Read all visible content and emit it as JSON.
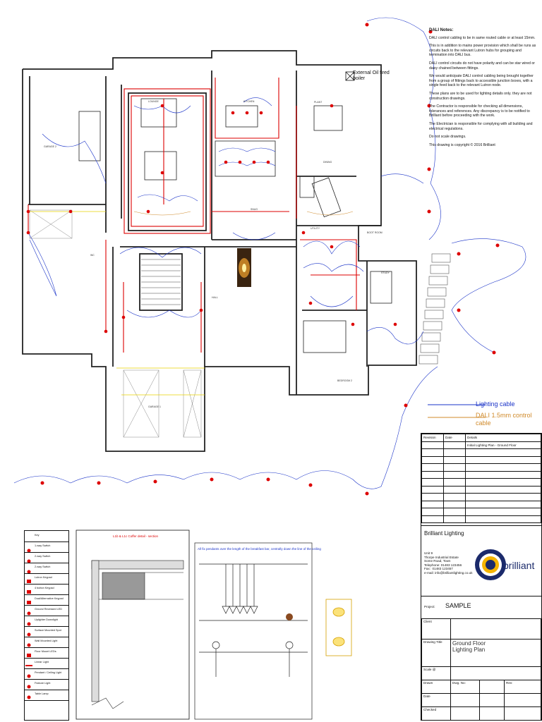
{
  "notes": {
    "heading": "DALI Notes:",
    "paragraphs": [
      "DALI control cabling to be in same routed cable or at least 15mm.",
      "This is in addition to mains power provision which shall be runs as circuits back to the relevant Lutron hubs for grouping and termination into DALI bus.",
      "DALI control circuits do not have polarity and can be star wired or daisy chained between fittings.",
      "We would anticipate DALI control cabling being brought together from a group of fittings back to accessible junction boxes, with a single feed back to the relevant Lutron node.",
      "These plans are to be used for lighting details only. they are not construction drawings.",
      "The Contractor is responsible for checking all dimensions, tolerances and references. Any discrepancy is to be notified to Brilliant before proceeding with the work.",
      "The Electrician is responsible for complying with all building and electrical regulations.",
      "Do not scale drawings.",
      "This drawing is copyright © 2016 Brilliant"
    ]
  },
  "cable_legend": {
    "lighting": "Lighting cable",
    "dali": "DALI 1.5mm control cable",
    "lighting_color": "#1a33c8",
    "dali_color": "#d08a2a"
  },
  "boiler_label": "External Oil fired boiler",
  "title_block": {
    "rev_headers": [
      "Revision",
      "Date",
      "Details"
    ],
    "rev_rows": [
      [
        "",
        "",
        "Initial Lighting Plan  -  Ground Floor"
      ]
    ],
    "company": "Brilliant Lighting",
    "address": "Unit 9\nThorpe Industrial Estate\nSome Road, Town\nTelephone: 01483 123456\nFax:  01483 123457\ne-mail: info@brilliantlighting.co.uk",
    "logo_text": "brilliant",
    "project_label": "Project:",
    "project_value": "SAMPLE",
    "client_label": "Client",
    "drawing_title_label": "Drawing Title",
    "drawing_title_value": "Ground Floor\nLighting Plan",
    "scale_label": "Scale @",
    "drawn_label": "Drawn",
    "drawn_value": "Dwg. No:",
    "rev_label": "Rev:",
    "date_label": "Date",
    "checked_label": "Checked"
  },
  "symbols": [
    "Key",
    "1-way Switch",
    "2-way Switch",
    "2-way Switch",
    "Lutron Keypad",
    "4 button Keypad",
    "Dual/Alternative Keypad",
    "Ground Recessed LED",
    "Uplighter Downlight",
    "Surface Mounted Spot",
    "Wall Mounted Light",
    "Floor Mount LEDs",
    "Linear Light",
    "Pendant / Ceiling Light",
    "Feature Light",
    "Table Lamp"
  ],
  "detail_titles": {
    "coffer": "L1b & L1c  Coffer detail - section",
    "kitchen": "All fix pendants over the length of the breakfast bar, centrally down the line of the ceiling"
  },
  "rooms": [
    "GARAGE 2",
    "GARAGE 1",
    "LOUNGE",
    "KITCHEN",
    "DINING",
    "PLANT",
    "STUDY",
    "BEDROOM 2",
    "HALL",
    "UTILITY",
    "BOOT ROOM",
    "WC",
    "SNUG"
  ]
}
